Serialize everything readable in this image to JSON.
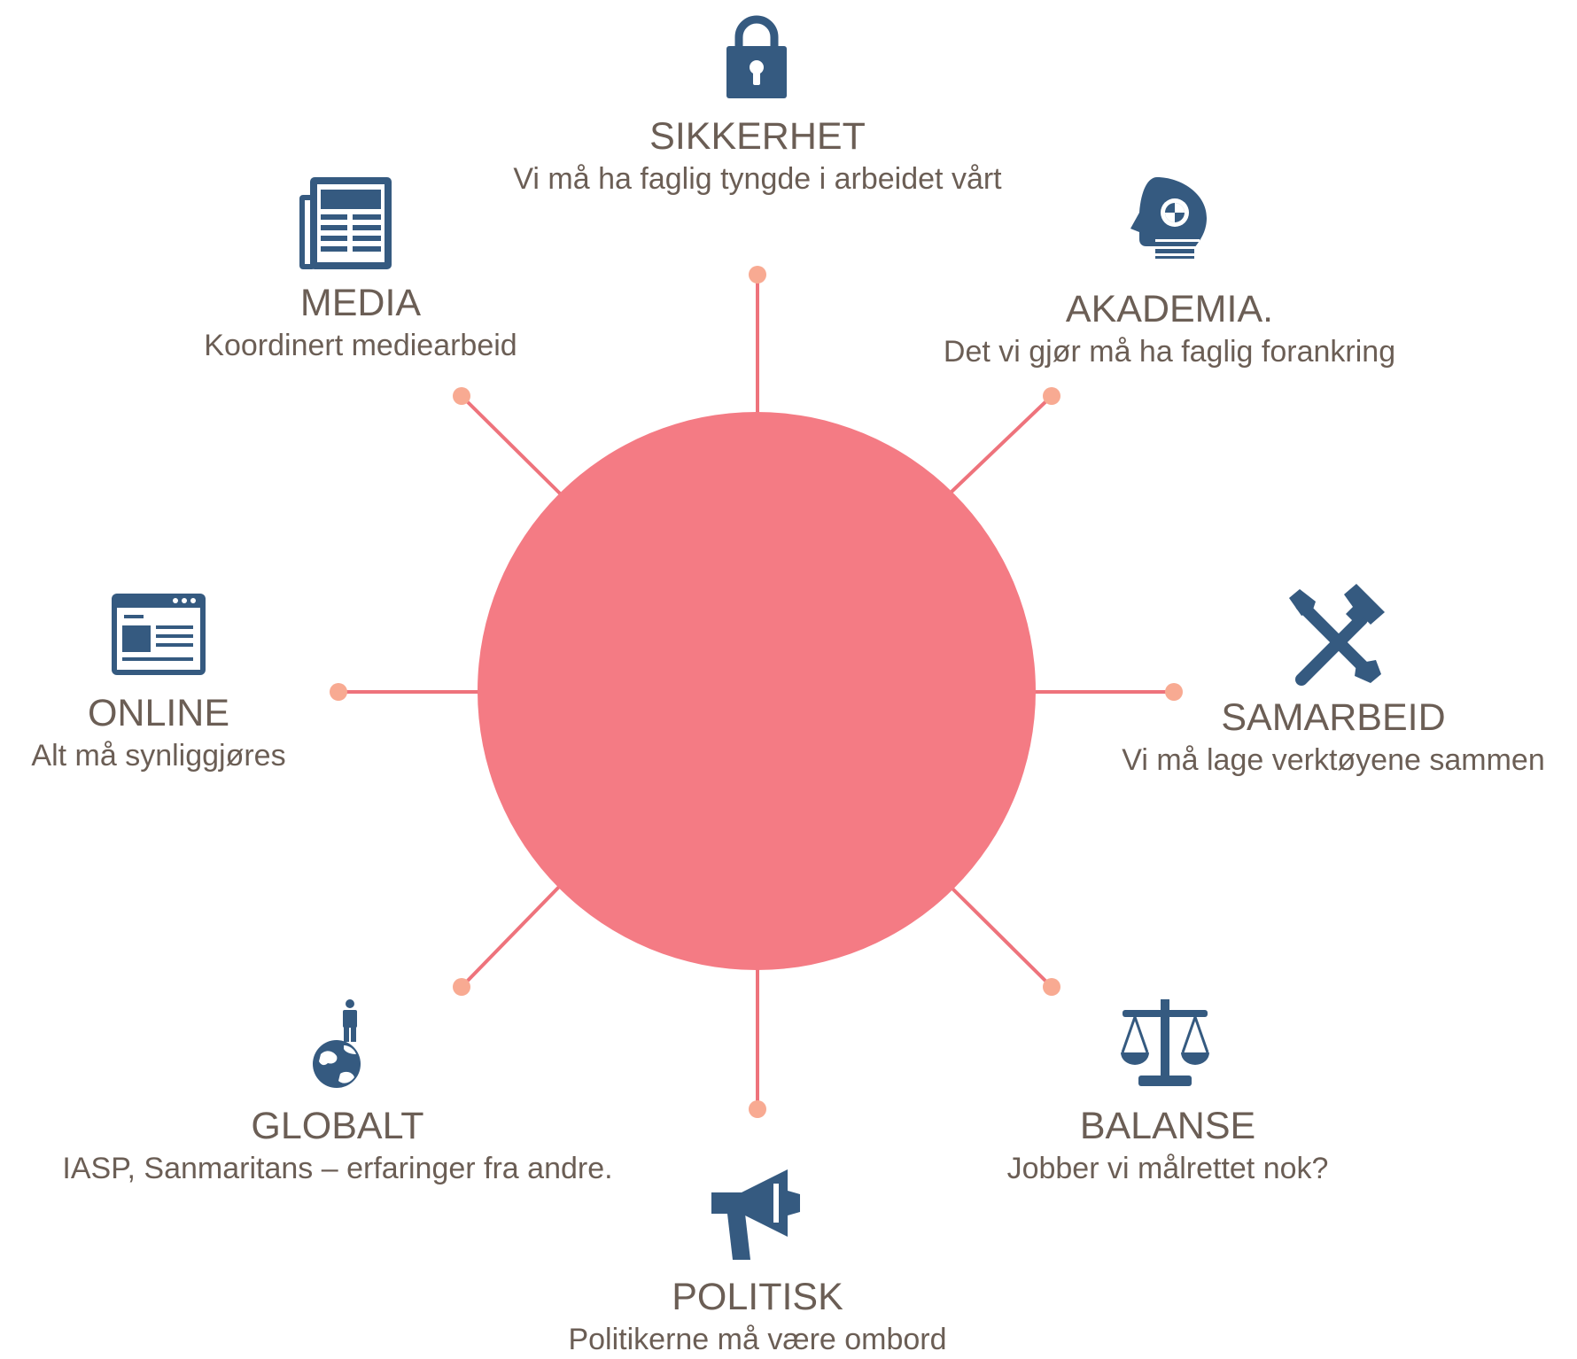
{
  "colors": {
    "circle": "#F47B84",
    "spoke": "#EE737C",
    "dot": "#F8AA92",
    "icon": "#355A80",
    "text": "#6B5E55"
  },
  "center": {
    "title": "",
    "text": ""
  },
  "nodes": [
    {
      "id": "sikkerhet",
      "title": "SIKKERHET",
      "subtitle": "Vi må ha faglig tyngde i arbeidet vårt",
      "icon": "lock-icon"
    },
    {
      "id": "akademia",
      "title": "AKADEMIA.",
      "subtitle": "Det vi gjør må ha faglig forankring",
      "icon": "head-gear-icon"
    },
    {
      "id": "samarbeid",
      "title": "SAMARBEID",
      "subtitle": "Vi må lage verktøyene sammen",
      "icon": "tools-icon"
    },
    {
      "id": "balanse",
      "title": "BALANSE",
      "subtitle": "Jobber vi målrettet nok?",
      "icon": "scales-icon"
    },
    {
      "id": "politisk",
      "title": "POLITISK",
      "subtitle": "Politikerne må være ombord",
      "icon": "megaphone-icon"
    },
    {
      "id": "globalt",
      "title": "GLOBALT",
      "subtitle": "IASP, Sanmaritans – erfaringer fra andre.",
      "icon": "person-on-globe-icon"
    },
    {
      "id": "online",
      "title": "ONLINE",
      "subtitle": "Alt må synliggjøres",
      "icon": "browser-window-icon"
    },
    {
      "id": "media",
      "title": "MEDIA",
      "subtitle": "Koordinert mediearbeid",
      "icon": "newspaper-icon"
    }
  ]
}
